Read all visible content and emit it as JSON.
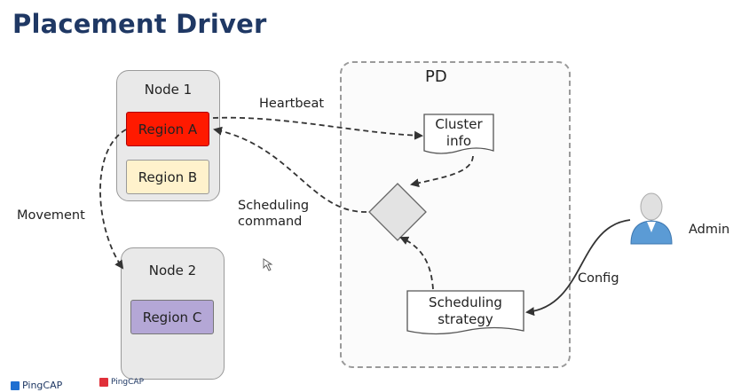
{
  "slide": {
    "title": "Placement Driver"
  },
  "node1": {
    "label": "Node 1",
    "region_a": "Region A",
    "region_b": "Region B"
  },
  "node2": {
    "label": "Node 2",
    "region_c": "Region C"
  },
  "pd": {
    "label": "PD",
    "cluster_info": "Cluster\ninfo",
    "scheduling_strategy": "Scheduling\nstrategy"
  },
  "edges": {
    "heartbeat": "Heartbeat",
    "scheduling_command": "Scheduling\ncommand",
    "movement": "Movement",
    "config": "Config"
  },
  "admin": {
    "label": "Admin"
  },
  "footer": {
    "logo_1": "PingCAP",
    "logo_2": "PingCAP"
  },
  "colors": {
    "title": "#1f3864",
    "region_a": "#ff1a00",
    "region_b": "#fff2cc",
    "region_c": "#b4a7d6",
    "node_bg": "#e9e9e9",
    "admin": "#5b9bd5"
  }
}
